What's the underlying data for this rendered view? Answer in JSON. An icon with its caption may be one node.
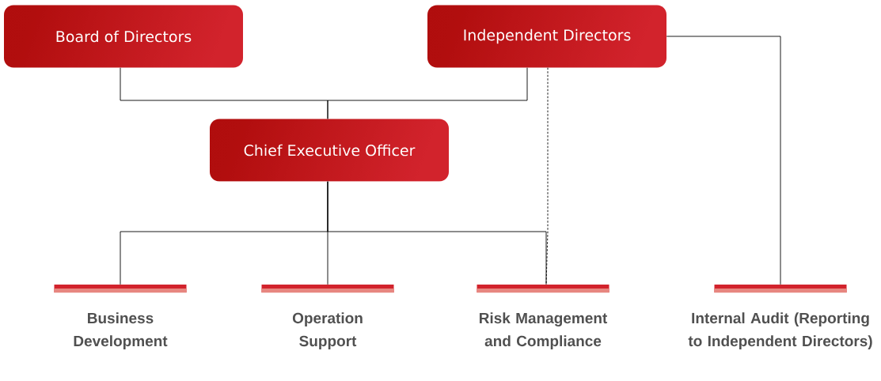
{
  "diagram": {
    "nodes": [
      {
        "text": [
          "Board of Directors"
        ]
      },
      {
        "text": [
          "Independent Directors"
        ]
      },
      {
        "text": [
          "Chief Executive Officer"
        ]
      },
      {
        "text": [
          "Business Development"
        ]
      },
      {
        "text": [
          "Operation Support"
        ]
      },
      {
        "text": [
          "Risk Management and Compliance"
        ]
      },
      {
        "text": [
          "Internal Audit (Reporting to Independent Directors)"
        ]
      }
    ],
    "edges": [
      {
        "from": 0,
        "to": 2,
        "arrow": "none"
      },
      {
        "from": 1,
        "to": 2,
        "arrow": "none"
      },
      {
        "from": 2,
        "to": 3,
        "arrow": "none"
      },
      {
        "from": 2,
        "to": 4,
        "arrow": "none"
      },
      {
        "from": 2,
        "to": 5,
        "arrow": "none"
      },
      {
        "from": 1,
        "to": 5,
        "arrow": "none",
        "style": "dashed"
      },
      {
        "from": 1,
        "to": 6,
        "arrow": "none"
      }
    ]
  }
}
